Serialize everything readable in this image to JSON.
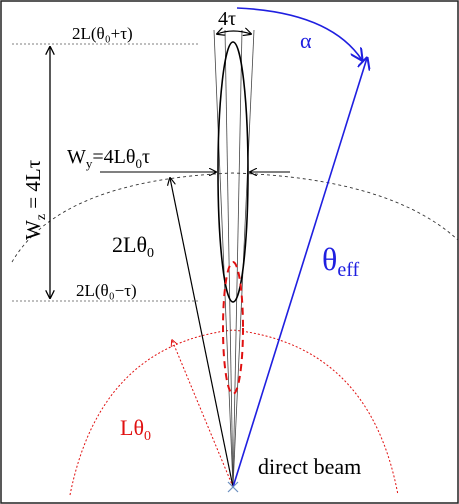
{
  "labels": {
    "top_width": "2L(θ₀+τ)",
    "bottom_width": "2L(θ₀−τ)",
    "angle_4tau": "4τ",
    "alpha": "α",
    "wz": "Wz = 4Lτ",
    "wz_main": "W",
    "wz_sub": "z",
    "wz_rest": " = 4Lτ",
    "wy": "Wy=4Lθ₀τ",
    "wy_main": "W",
    "wy_sub": "y",
    "wy_rest": "=4Lθ",
    "wy_sub2": "0",
    "wy_tail": "τ",
    "two_l_theta": "2Lθ₀",
    "two_l_theta_main": "2Lθ",
    "two_l_theta_sub": "0",
    "theta_eff": "θeff",
    "theta_eff_main": "θ",
    "theta_eff_sub": "eff",
    "l_theta": "Lθ₀",
    "l_theta_main": "Lθ",
    "l_theta_sub": "0",
    "direct_beam": "direct beam"
  },
  "colors": {
    "ink": "#000000",
    "blue": "#1f1fe0",
    "red": "#e01010",
    "grey": "#555555",
    "border": "#222222"
  }
}
